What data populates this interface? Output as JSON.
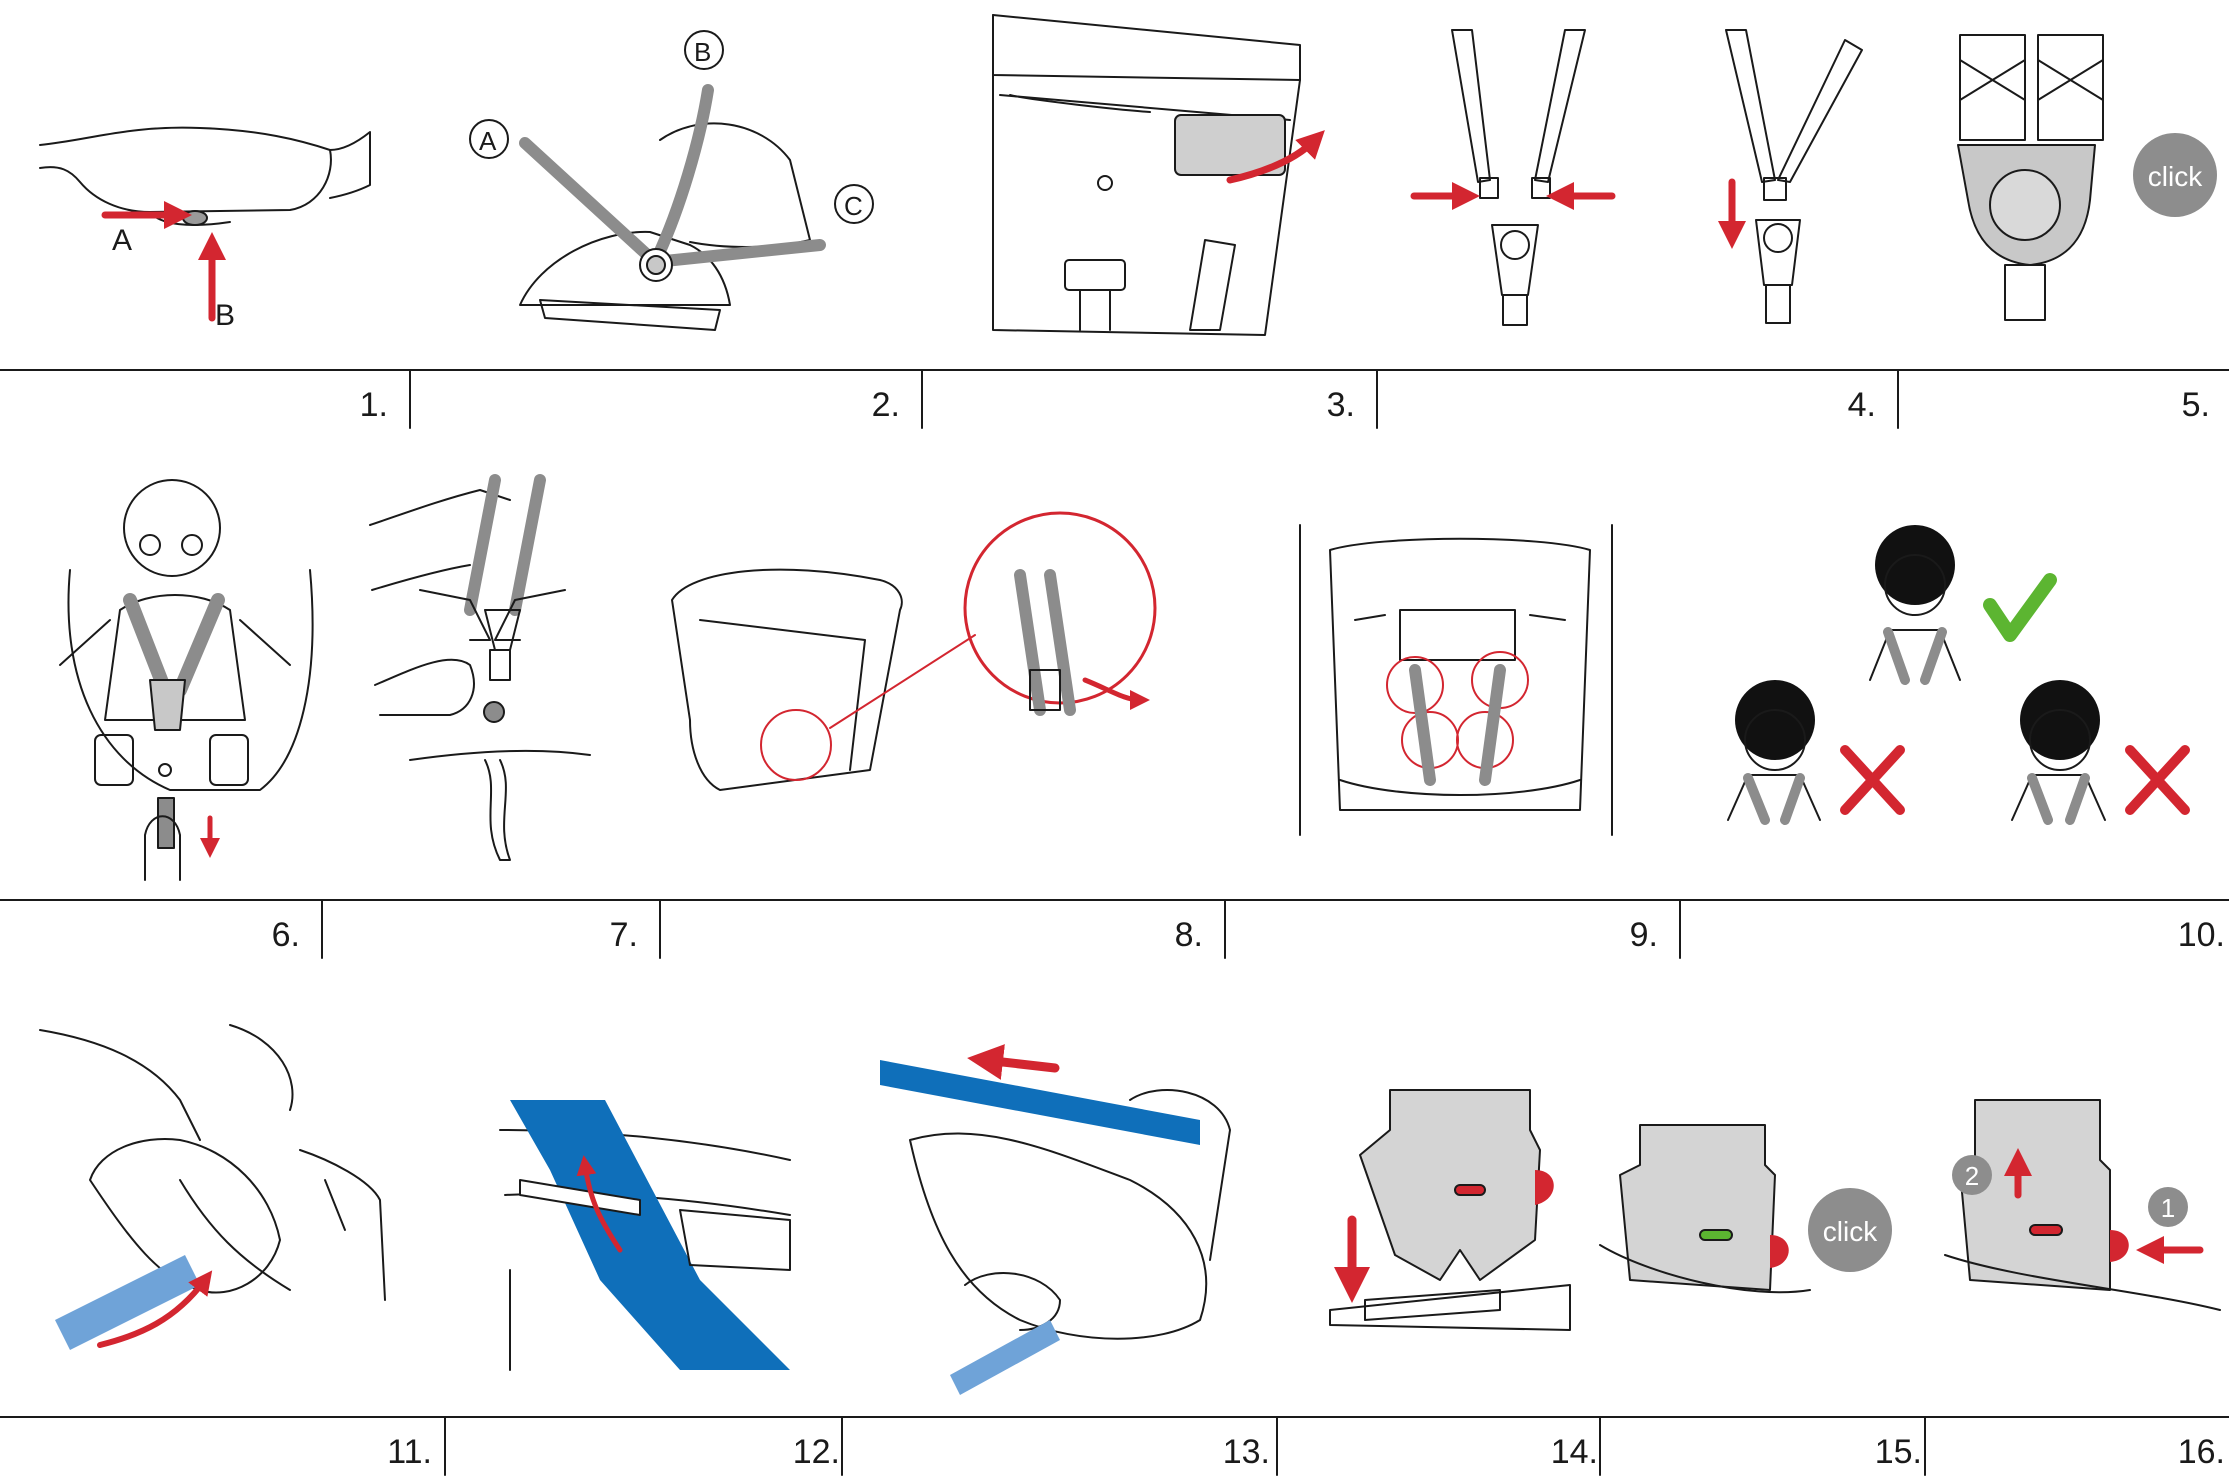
{
  "steps": [
    "1.",
    "2.",
    "3.",
    "4.",
    "5.",
    "6.",
    "7.",
    "8.",
    "9.",
    "10.",
    "11.",
    "12.",
    "13.",
    "14.",
    "15.",
    "16."
  ],
  "labels": {
    "step1": {
      "a": "A",
      "b": "B"
    },
    "step2": {
      "a": "A",
      "b": "B",
      "c": "C"
    },
    "click": "click",
    "step16": {
      "one": "1",
      "two": "2"
    }
  },
  "colors": {
    "line": "#1a1a1a",
    "red_arrow": "#d32630",
    "grey_strap": "#8c8c8c",
    "blue_belt": "#0f6fba",
    "light_blue_belt": "#6fa3d8",
    "green_check": "#5cb531",
    "click_circle": "#8d8d8d"
  },
  "icons": [
    "arrow-icon",
    "check-icon",
    "cross-icon",
    "click-badge-icon"
  ]
}
